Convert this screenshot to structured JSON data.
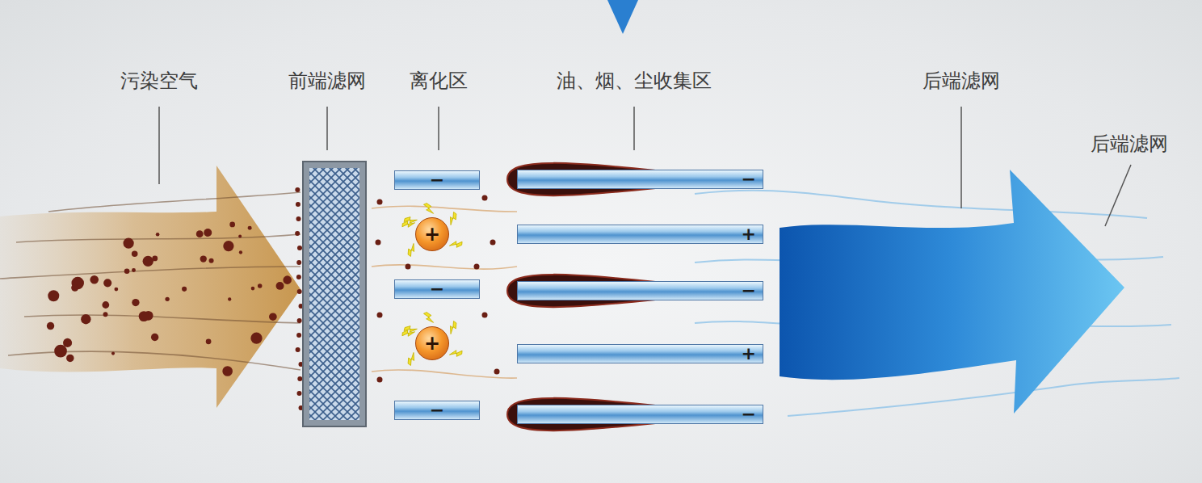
{
  "diagram": {
    "nodes": [
      {
        "text": [
          "−"
        ]
      },
      {
        "text": [
          "+"
        ]
      },
      {
        "text": [
          "−"
        ]
      },
      {
        "text": [
          "+"
        ]
      },
      {
        "text": [
          "−"
        ]
      },
      {
        "text": [
          "−"
        ]
      },
      {
        "text": [
          "+"
        ]
      },
      {
        "text": [
          "−"
        ]
      },
      {
        "text": [
          "+"
        ]
      },
      {
        "text": [
          "−"
        ]
      }
    ],
    "labels": [
      "污染空气",
      "前端滤网",
      "离化区",
      "油、烟、尘收集区",
      "后端滤网",
      "后端滤网"
    ]
  }
}
